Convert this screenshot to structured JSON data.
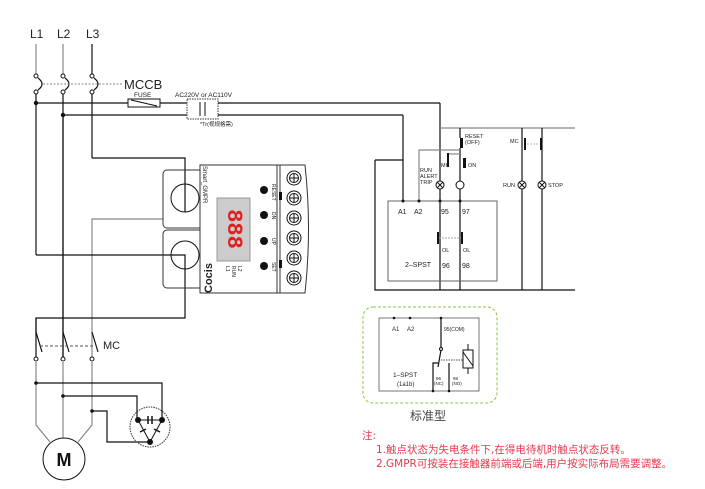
{
  "phases": [
    "L1",
    "L2",
    "L3"
  ],
  "mccb_label": "MCCB",
  "fuse_label": "FUSE",
  "transformer_label": "AC220V or AC110V",
  "transformer_note": "*Tr(视规格需)",
  "device": {
    "model_label": "Smart_GMPR",
    "brand": "Cocis",
    "display": "888",
    "buttons": [
      "RESET",
      "DN",
      "UP",
      "SET"
    ],
    "indicators": [
      "L1",
      "RUN",
      "L2"
    ]
  },
  "control": {
    "reset_label": "RESET",
    "reset_sub": "(OFF)",
    "on_label": "ON",
    "mc_label": "MC",
    "lamp_labels": [
      "RUN",
      "ALERT",
      "TRIP"
    ],
    "run_label": "RUN",
    "stop_label": "STOP",
    "terminals": [
      "A1",
      "A2",
      "95",
      "97",
      "96",
      "98"
    ],
    "ol_label": "OL",
    "type_label": "2–SPST"
  },
  "standard": {
    "terminals": [
      "A1",
      "A2"
    ],
    "com_label": "95(COM)",
    "type_label": "1–SPST",
    "type_sub": "(1a1b)",
    "nc_num": "96",
    "nc_label": "(NC)",
    "no_num": "98",
    "no_label": "(NO)",
    "caption": "标准型"
  },
  "motor": {
    "mc_label": "MC",
    "motor_label": "M"
  },
  "notes": {
    "title": "注:",
    "items": [
      "1.触点状态为失电条件下,在得电待机时触点状态反转。",
      "2.GMPR可按装在接触器前端或后端,用户按实际布局需要调整。"
    ]
  },
  "colors": {
    "note": "#e8384f",
    "dashed_box": "#8cc63f",
    "display_digit": "#e02020",
    "phase_label": "#3a2a6a"
  }
}
